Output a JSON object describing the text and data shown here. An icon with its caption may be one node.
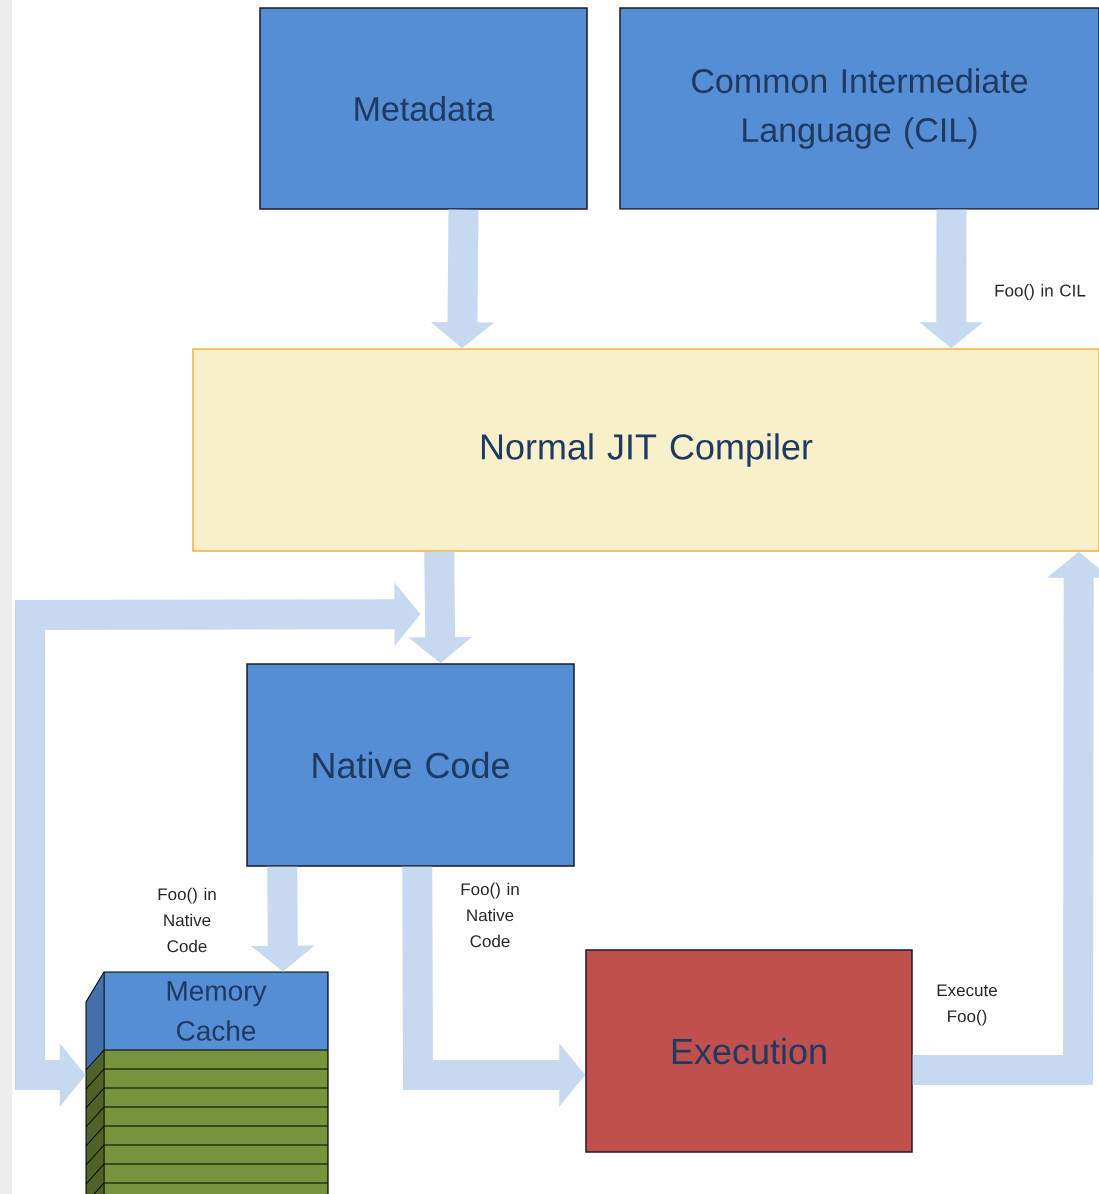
{
  "diagram": {
    "nodes": [
      {
        "text": [
          "Metadata"
        ]
      },
      {
        "text": [
          "Common Intermediate Language (CIL)"
        ]
      },
      {
        "text": [
          "Normal JIT Compiler"
        ]
      },
      {
        "text": [
          "Native Code"
        ]
      },
      {
        "text": [
          "Memory Cache"
        ]
      },
      {
        "text": [
          "Execution"
        ]
      }
    ],
    "edges": [
      {
        "from": 0,
        "to": 2,
        "arrow": "to"
      },
      {
        "from": 1,
        "to": 2,
        "arrow": "to",
        "label": "Foo() in CIL"
      },
      {
        "from": 2,
        "to": 3,
        "arrow": "to"
      },
      {
        "from": 3,
        "to": 4,
        "arrow": "to",
        "label": "Foo() in Native Code"
      },
      {
        "from": 3,
        "to": 5,
        "arrow": "to",
        "label": "Foo() in Native Code"
      },
      {
        "from": 5,
        "to": 2,
        "arrow": "to",
        "label": "Execute Foo()"
      },
      {
        "from": 4,
        "to": 3,
        "arrow": "both"
      }
    ]
  }
}
